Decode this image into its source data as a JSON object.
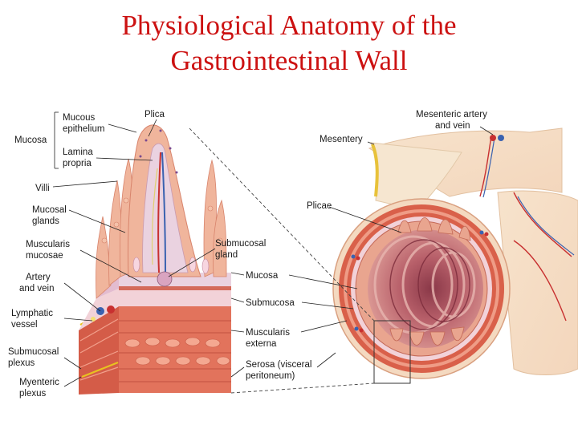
{
  "title": {
    "line1": "Physiological Anatomy of the",
    "line2": "Gastrointestinal Wall",
    "color": "#cc1111"
  },
  "labels": {
    "mucosa_bracket": "Mucosa",
    "mucous_epithelium": [
      "Mucous",
      "epithelium"
    ],
    "lamina_propria": [
      "Lamina",
      "propria"
    ],
    "villi": "Villi",
    "mucosal_glands": [
      "Mucosal",
      "glands"
    ],
    "muscularis_mucosae": [
      "Muscularis",
      "mucosae"
    ],
    "artery_and_vein": [
      "Artery",
      "and vein"
    ],
    "lymphatic_vessel": [
      "Lymphatic",
      "vessel"
    ],
    "submucosal_plexus": [
      "Submucosal",
      "plexus"
    ],
    "myenteric_plexus": [
      "Myenteric",
      "plexus"
    ],
    "plica": "Plica",
    "submucosal_gland": [
      "Submucosal",
      "gland"
    ],
    "mucosa_layer": "Mucosa",
    "submucosa": "Submucosa",
    "muscularis_externa": [
      "Muscularis",
      "externa"
    ],
    "serosa": [
      "Serosa (visceral",
      "peritoneum)"
    ],
    "mesentery": "Mesentery",
    "mesenteric_artery": [
      "Mesenteric artery",
      "and vein"
    ],
    "plicae": "Plicae"
  },
  "colors": {
    "mucosa_pink": "#e9a58f",
    "villus_fill": "#f0b59c",
    "lamina_fill": "#ead2e0",
    "submucosa": "#f2d2d8",
    "muscle_red": "#d9604a",
    "muscle_light": "#f0a68e",
    "lumen": "#b8606a",
    "serosa": "#f5e5c8",
    "artery": "#c83030",
    "vein": "#3a62b0",
    "nerve": "#e6c020"
  }
}
